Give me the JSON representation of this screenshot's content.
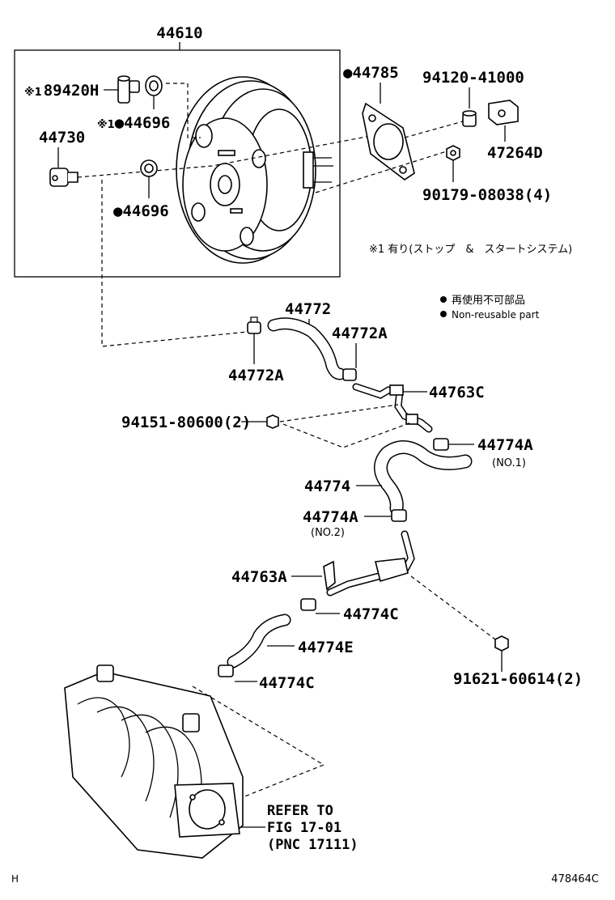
{
  "labels": {
    "booster_assy": "44610",
    "check_valve_conn": "89420H",
    "grommet_a": "44696",
    "check_valve": "44730",
    "grommet_b": "44696",
    "gasket": "44785",
    "spacer": "94120-41000",
    "bracket_top": "47264D",
    "nut": "90179-08038(4)",
    "hose_main": "44772",
    "clip_right": "44772A",
    "clip_left": "44772A",
    "pipe_c": "44763C",
    "bolt_a": "94151-80600(2)",
    "clip_no1": "44774A",
    "clip_no1_sub": "(NO.1)",
    "hose_mid": "44774",
    "clip_no2": "44774A",
    "clip_no2_sub": "(NO.2)",
    "pipe_a": "44763A",
    "clip_c_upper": "44774C",
    "hose_e": "44774E",
    "clip_c_lower": "44774C",
    "bolt_b": "91621-60614(2)",
    "refer_line1": "REFER TO",
    "refer_line2": "FIG 17-01",
    "refer_line3": "(PNC 17111)"
  },
  "markers": {
    "note_mark": "※1",
    "non_reusable_dot": "●"
  },
  "notes": {
    "stop_start": "※1 有り(ストップ　&　スタートシステム)",
    "legend_jp": "再使用不可部品",
    "legend_en": "Non-reusable part"
  },
  "footer": {
    "left": "H",
    "right": "478464C"
  }
}
